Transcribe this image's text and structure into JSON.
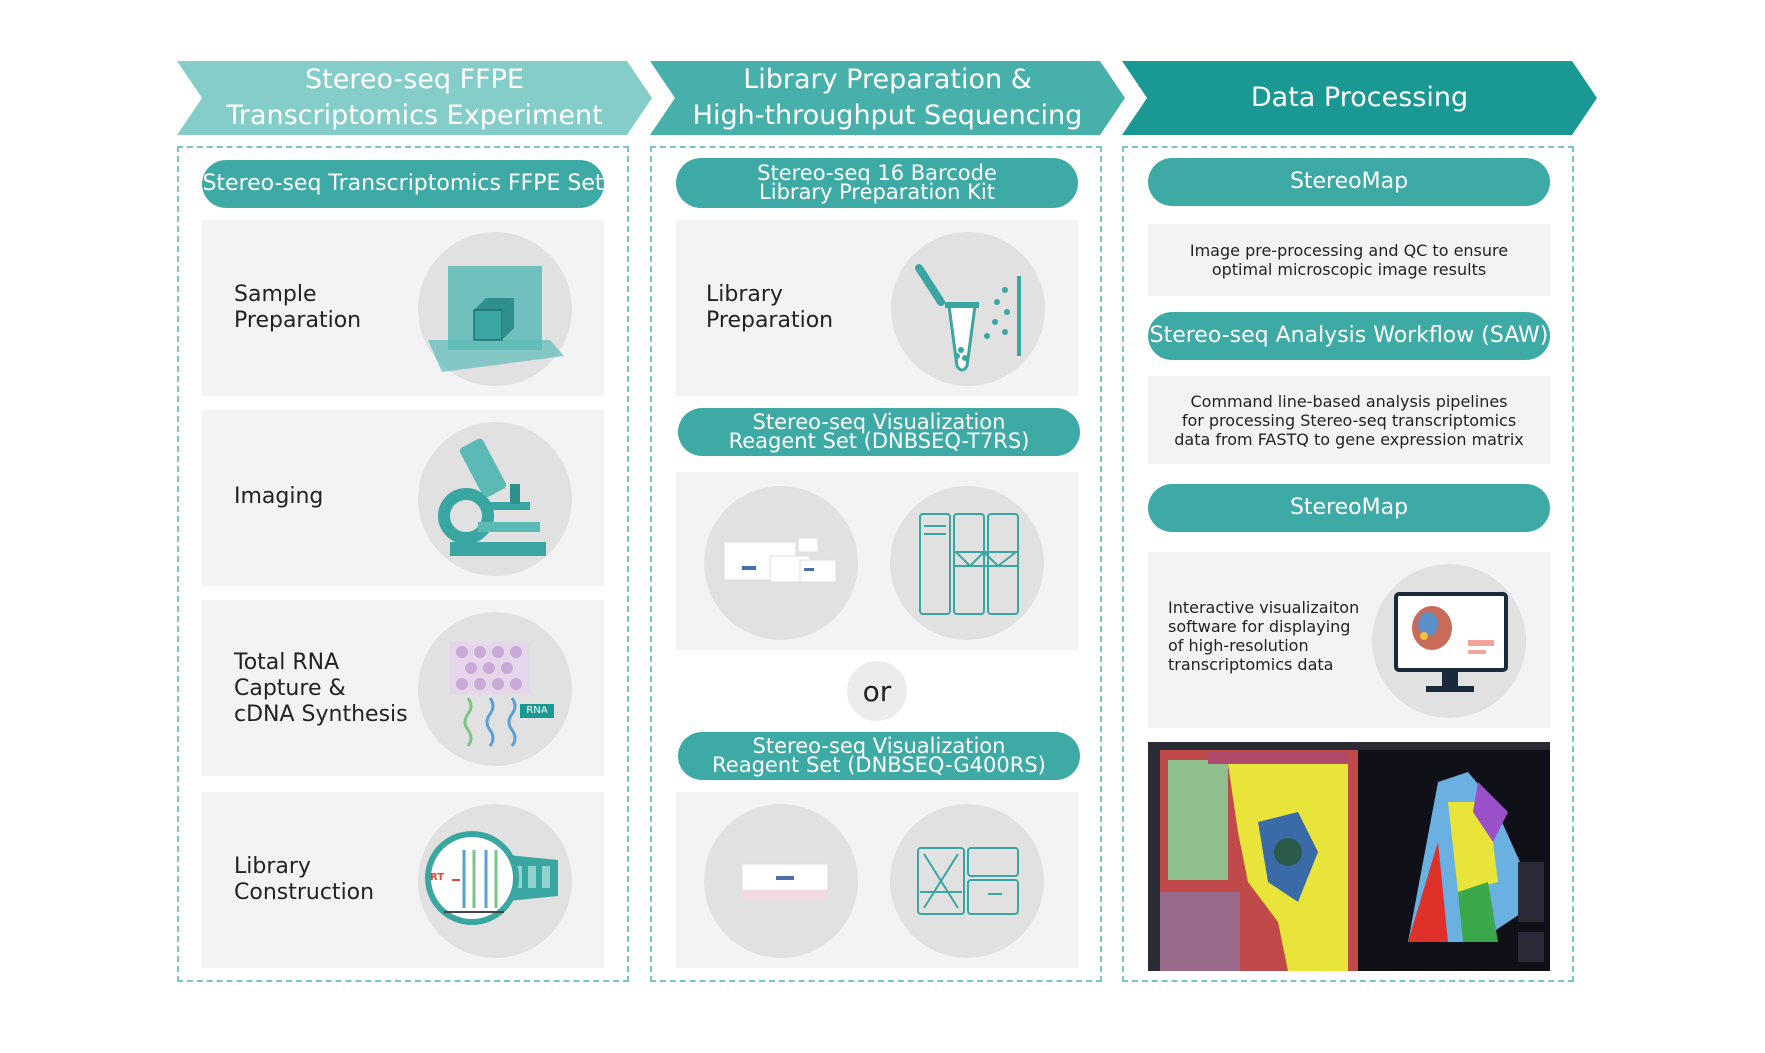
{
  "header": {
    "step1": [
      "Stereo-seq FFPE",
      "Transcriptomics Experiment"
    ],
    "step2": [
      "Library Preparation &",
      "High-throughput Sequencing"
    ],
    "step3": [
      "Data Processing"
    ]
  },
  "col1": {
    "title": "Stereo-seq Transcriptomics FFPE Set",
    "cards": [
      {
        "lines": [
          "Sample",
          "Preparation"
        ],
        "icon": "tissue-cube-icon"
      },
      {
        "lines": [
          "Imaging"
        ],
        "icon": "microscope-icon"
      },
      {
        "lines": [
          "Total RNA",
          "Capture &",
          "cDNA Synthesis"
        ],
        "icon": "rna-capture-icon",
        "badge": "RNA"
      },
      {
        "lines": [
          "Library",
          "Construction"
        ],
        "icon": "magnifier-dna-icon",
        "badge": "RT"
      }
    ]
  },
  "col2": {
    "kit_title": [
      "Stereo-seq 16 Barcode",
      "Library Preparation Kit"
    ],
    "library_label": [
      "Library",
      "Preparation"
    ],
    "t7_title": [
      "Stereo-seq Visualization",
      "Reagent Set (DNBSEQ-T7RS)"
    ],
    "or_label": "or",
    "g400_title": [
      "Stereo-seq Visualization",
      "Reagent Set (DNBSEQ-G400RS)"
    ]
  },
  "col3": {
    "stereomap1": "StereoMap",
    "desc1": [
      "Image pre-processing and QC to ensure",
      "optimal microscopic image results"
    ],
    "saw_title": "Stereo-seq Analysis Workflow (SAW)",
    "desc2": [
      "Command line-based analysis pipelines",
      "for processing Stereo-seq transcriptomics",
      "data from FASTQ to gene expression matrix"
    ],
    "stereomap2": "StereoMap",
    "desc3": [
      "Interactive visualizaiton",
      "software for displaying",
      "of high-resolution",
      "transcriptomics data"
    ]
  },
  "colors": {
    "arrow1": "#85cdc9",
    "arrow2": "#47b0ab",
    "arrow3": "#1a9893",
    "pill": "#3eaaa6",
    "border": "#7cc4c1"
  }
}
